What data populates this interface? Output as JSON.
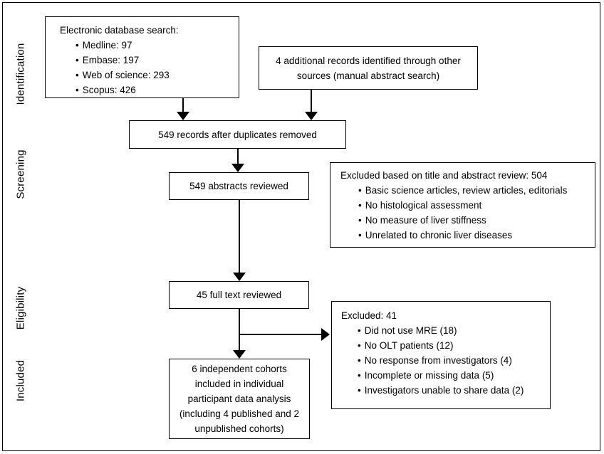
{
  "figure": {
    "stage_labels": [
      "Identification",
      "Screening",
      "Eligibility",
      "Included"
    ],
    "boxes": {
      "electronic_search": {
        "title": "Electronic database search:",
        "items": [
          "Medline: 97",
          "Embase: 197",
          "Web of science: 293",
          "Scopus: 426"
        ]
      },
      "additional_records": {
        "text": "4 additional records identified through other sources (manual abstract search)"
      },
      "records_after_duplicates": {
        "text": "549 records after duplicates removed"
      },
      "abstracts_reviewed": {
        "text": "549 abstracts reviewed"
      },
      "excluded_abstract": {
        "title": "Excluded based on title and abstract review: 504",
        "items": [
          "Basic science articles, review articles, editorials",
          "No histological assessment",
          "No measure of liver stiffness",
          "Unrelated to chronic liver diseases"
        ]
      },
      "full_text_reviewed": {
        "text": "45 full text reviewed"
      },
      "excluded_full_text": {
        "title": "Excluded: 41",
        "items": [
          "Did not use MRE (18)",
          "No OLT patients (12)",
          "No response from investigators (4)",
          "Incomplete or missing data (5)",
          "Investigators unable to share data (2)"
        ]
      },
      "included_cohorts": {
        "text": "6 independent cohorts included in individual participant data analysis (including 4 published and 2 unpublished cohorts)"
      }
    },
    "colors": {
      "border": "#000000",
      "background": "#ffffff",
      "text": "#000000"
    }
  }
}
